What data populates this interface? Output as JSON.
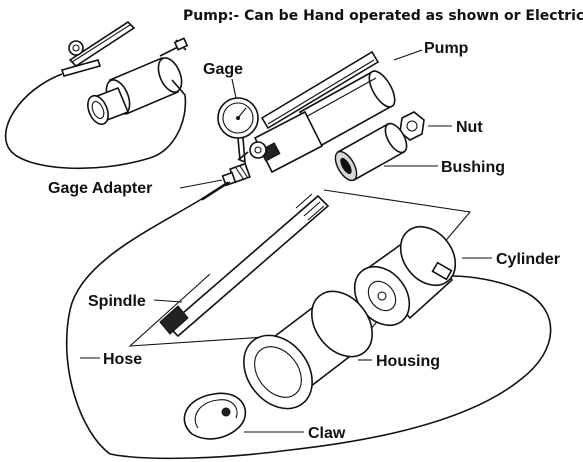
{
  "caption": "Pump:- Can be Hand operated as shown or Electric",
  "labels": {
    "pump": "Pump",
    "gage": "Gage",
    "nut": "Nut",
    "bushing": "Bushing",
    "gage_adapter": "Gage Adapter",
    "cylinder": "Cylinder",
    "spindle": "Spindle",
    "hose": "Hose",
    "housing": "Housing",
    "claw": "Claw"
  }
}
